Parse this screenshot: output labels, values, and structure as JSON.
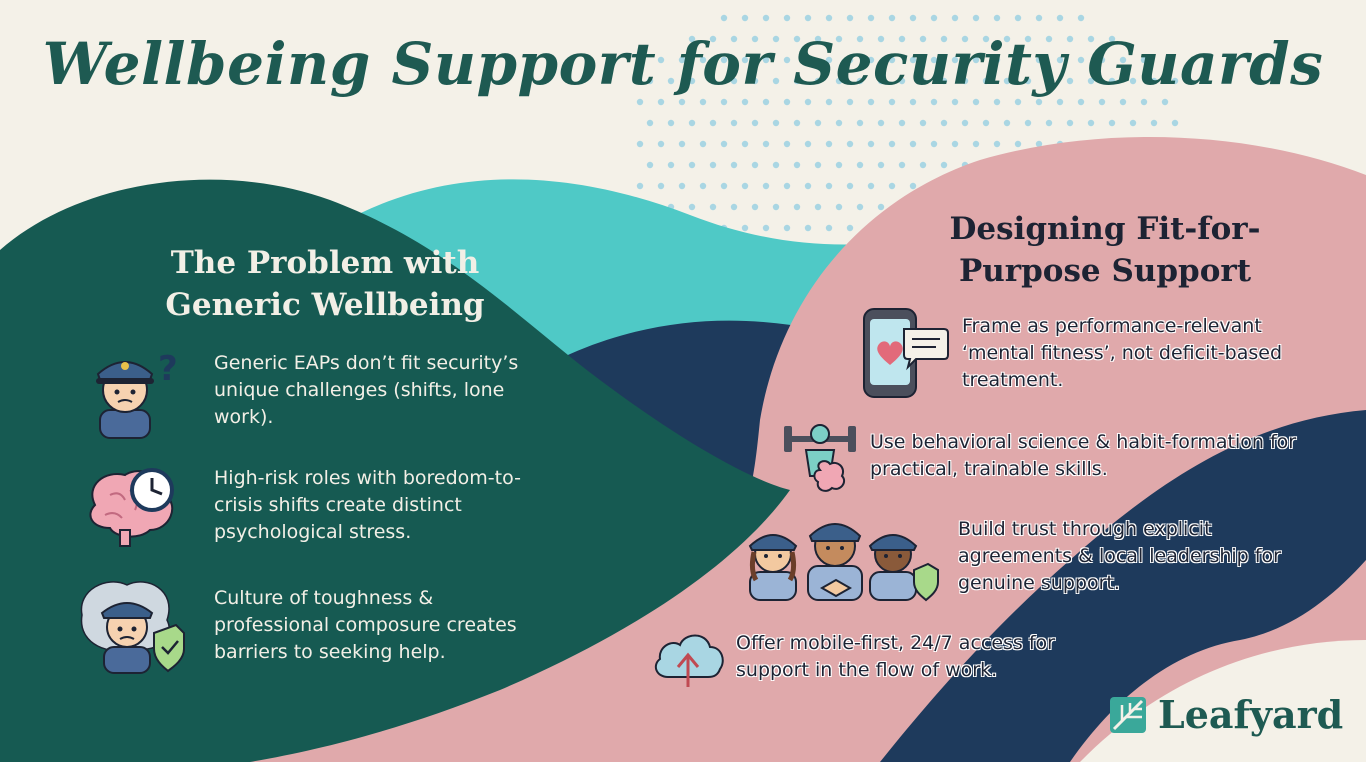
{
  "title": "Wellbeing Support for Security Guards",
  "left": {
    "heading_line1": "The Problem with",
    "heading_line2": "Generic Wellbeing",
    "items": [
      {
        "icon": "confused-guard-icon",
        "text": "Generic EAPs don’t fit security’s unique challenges (shifts, lone work)."
      },
      {
        "icon": "brain-clock-icon",
        "text": "High-risk roles with boredom-to-crisis shifts create distinct psychological stress."
      },
      {
        "icon": "stressed-guard-shield-icon",
        "text": "Culture of toughness & professional composure creates barriers to seeking help."
      }
    ]
  },
  "right": {
    "heading_line1": "Designing Fit-for-",
    "heading_line2": "Purpose Support",
    "items": [
      {
        "icon": "phone-heart-icon",
        "text": "Frame as performance-relevant ‘mental fitness’, not deficit-based treatment."
      },
      {
        "icon": "dumbbell-brain-icon",
        "text": "Use behavioral science & habit-formation for practical, trainable skills."
      },
      {
        "icon": "guard-team-handshake-icon",
        "text": "Build trust through explicit agreements & local leadership for genuine support."
      },
      {
        "icon": "cloud-upload-icon",
        "text": "Offer mobile-first, 24/7 access for support in the flow of work."
      }
    ]
  },
  "logo": {
    "icon": "leaf-logo-icon",
    "name": "Leafyard"
  },
  "colors": {
    "background": "#f4f1e8",
    "title": "#1e5a52",
    "dark_teal": "#165a52",
    "turquoise": "#4fc9c6",
    "navy": "#1e3a5c",
    "pink": "#e0a9ab",
    "light_text": "#f2efe6",
    "dark_text": "#1d2333"
  }
}
